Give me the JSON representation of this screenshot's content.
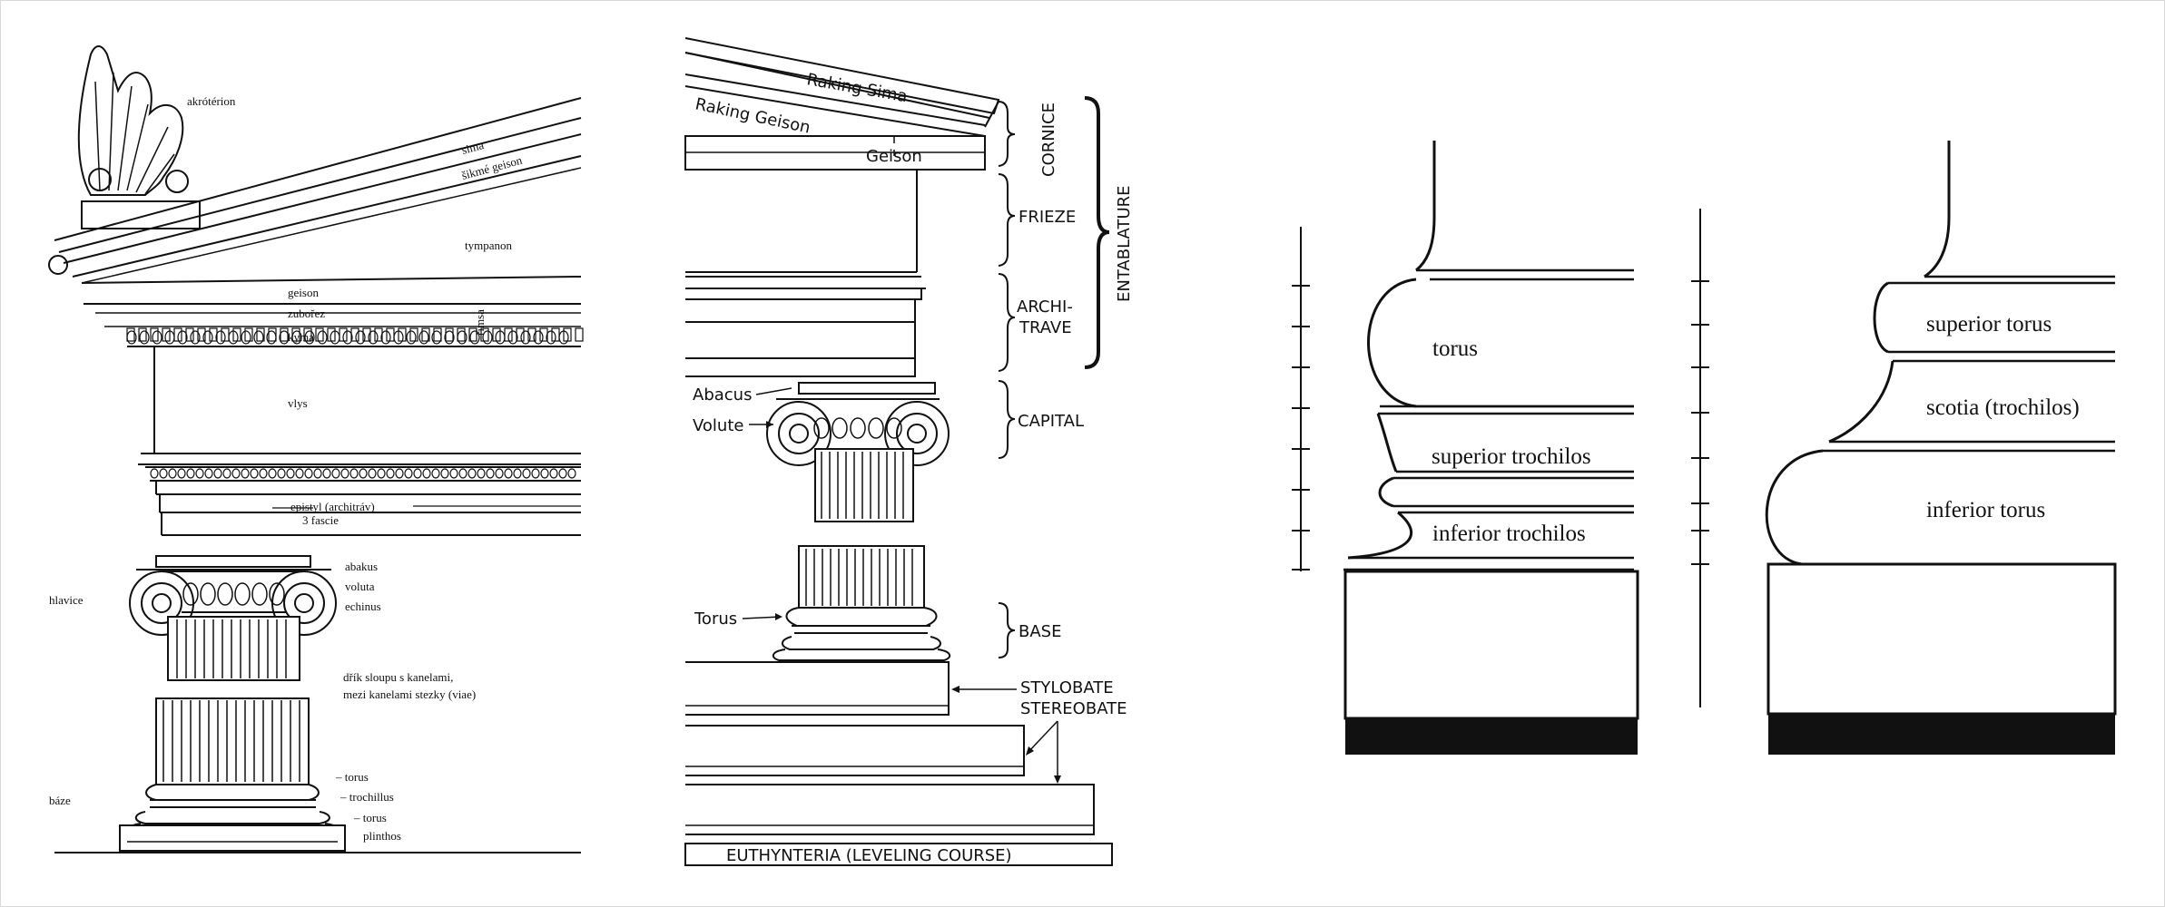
{
  "panel_czech": {
    "labels": {
      "akroterion": "akrótérion",
      "sima": "sima",
      "sikme_geison": "šikmé geison",
      "tympanon": "tympanon",
      "geison": "geison",
      "zuborez": "zubořez",
      "kyma": "kyma",
      "rimsa": "římsa",
      "vlys": "vlys",
      "epistyl": "epistyl (architráv)",
      "fascie": "3 fascie",
      "abakus": "abakus",
      "voluta": "voluta",
      "echinus": "echinus",
      "hlavice": "hlavice",
      "drik_1": "dřík sloupu s kanelami,",
      "drik_2": "mezi kanelami stezky (viae)",
      "torus_upper": "– torus",
      "trochillus": "– trochillus",
      "torus_lower": "– torus",
      "plinthos": "plinthos",
      "baze": "báze"
    }
  },
  "panel_english": {
    "labels": {
      "raking_sima": "Raking Sima",
      "raking_geison": "Raking Geison",
      "geison": "Geison",
      "cornice": "CORNICE",
      "frieze": "FRIEZE",
      "architrave_1": "ARCHI-",
      "architrave_2": "TRAVE",
      "entablature": "ENTABLATURE",
      "abacus": "Abacus",
      "volute": "Volute",
      "capital": "CAPITAL",
      "torus": "Torus",
      "base": "BASE",
      "stylobate": "STYLOBATE",
      "stereobate": "STEREOBATE",
      "euthynteria": "EUTHYNTERIA  (LEVELING COURSE)"
    }
  },
  "panel_bases": {
    "labels": {
      "torus": "torus",
      "superior_trochilos": "superior trochilos",
      "inferior_trochilos": "inferior trochilos",
      "superior_torus": "superior torus",
      "scotia": "scotia (trochilos)",
      "inferior_torus": "inferior torus"
    }
  }
}
